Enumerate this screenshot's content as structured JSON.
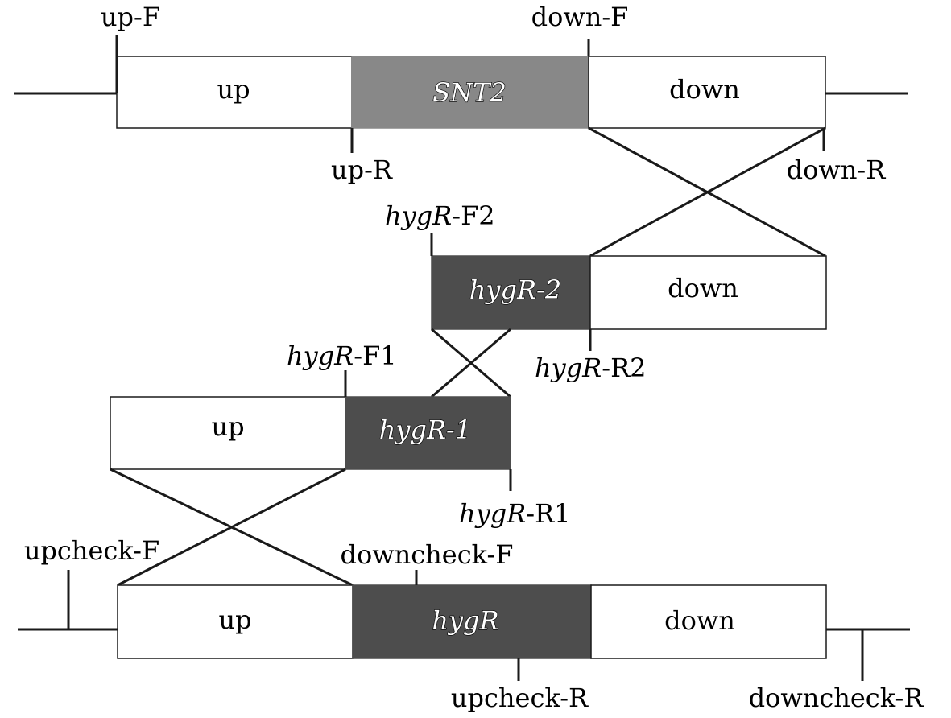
{
  "colors": {
    "gene_fill": "#888888",
    "marker_fill": "#4d4d4d",
    "flank_fill": "#ffffff",
    "line": "#1a1a1a"
  },
  "top": {
    "up": "up",
    "gene": "SNT2",
    "down": "down",
    "primer_up_f": "up-F",
    "primer_up_r": "up-R",
    "primer_down_f": "down-F",
    "primer_down_r": "down-R"
  },
  "frag2": {
    "marker": "hygR-2",
    "down": "down",
    "primer_f2_italic": "hygR",
    "primer_f2_suffix": "-F2",
    "primer_r2_italic": "hygR",
    "primer_r2_suffix": "-R2"
  },
  "frag1": {
    "up": "up",
    "marker": "hygR-1",
    "primer_f1_italic": "hygR",
    "primer_f1_suffix": "-F1",
    "primer_r1_italic": "hygR",
    "primer_r1_suffix": "-R1"
  },
  "bottom": {
    "up": "up",
    "marker": "hygR",
    "down": "down",
    "primer_upcheck_f": "upcheck-F",
    "primer_upcheck_r": "upcheck-R",
    "primer_downcheck_f": "downcheck-F",
    "primer_downcheck_r": "downcheck-R"
  }
}
